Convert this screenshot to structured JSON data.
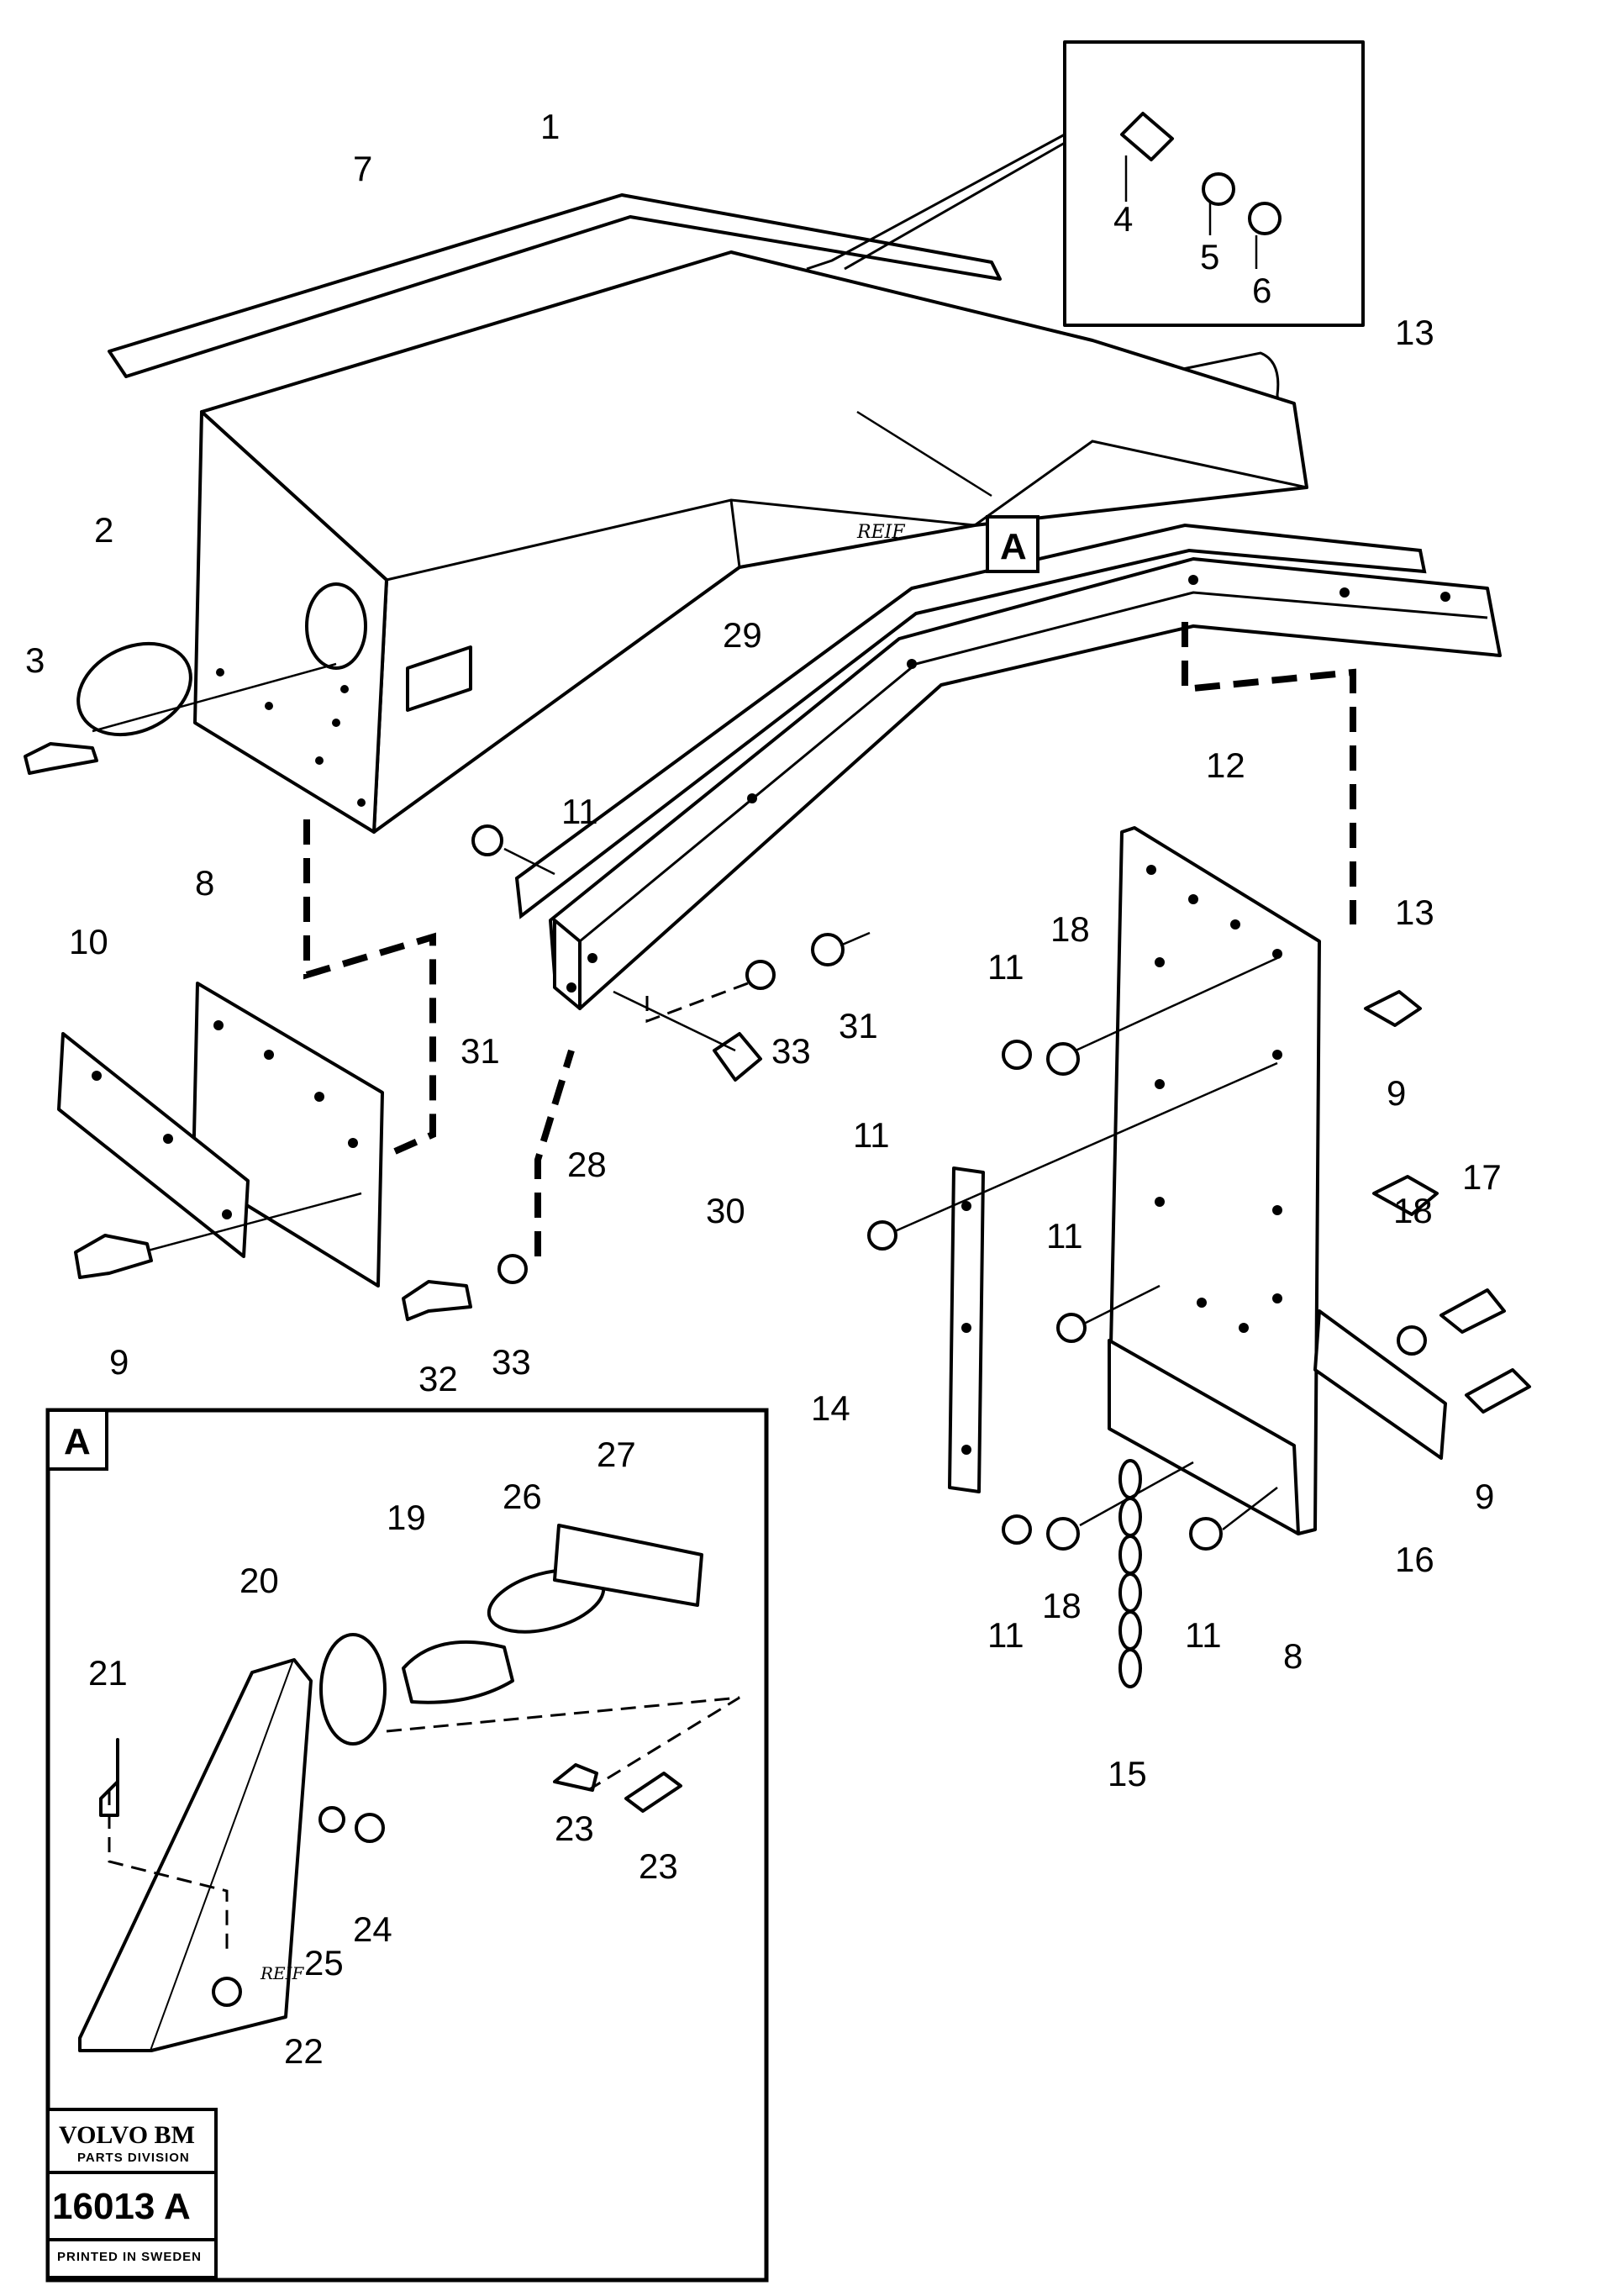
{
  "labels": {
    "p1": "1",
    "p2": "2",
    "p3": "3",
    "p4": "4",
    "p5": "5",
    "p6": "6",
    "p7": "7",
    "p8a": "8",
    "p8b": "8",
    "p9a": "9",
    "p9b": "9",
    "p9c": "9",
    "p10": "10",
    "p11a": "11",
    "p11b": "11",
    "p11c": "11",
    "p11d": "11",
    "p11e": "11",
    "p11f": "11",
    "p12": "12",
    "p13a": "13",
    "p13b": "13",
    "p14": "14",
    "p15": "15",
    "p16": "16",
    "p17": "17",
    "p18a": "18",
    "p18b": "18",
    "p18c": "18",
    "p19": "19",
    "p20": "20",
    "p21": "21",
    "p22": "22",
    "p23a": "23",
    "p23b": "23",
    "p24": "24",
    "p25": "25",
    "p26": "26",
    "p27": "27",
    "p28": "28",
    "p29": "29",
    "p30": "30",
    "p31a": "31",
    "p31b": "31",
    "p32": "32",
    "p33a": "33",
    "p33b": "33"
  },
  "detail_ref": {
    "main": "A",
    "inset": "A"
  },
  "stamp": {
    "brand": "VOLVO BM",
    "division": "PARTS DIVISION",
    "number": "16013 A",
    "printed": "PRINTED IN SWEDEN"
  },
  "handwriting": [
    "REIF",
    "REIF"
  ]
}
